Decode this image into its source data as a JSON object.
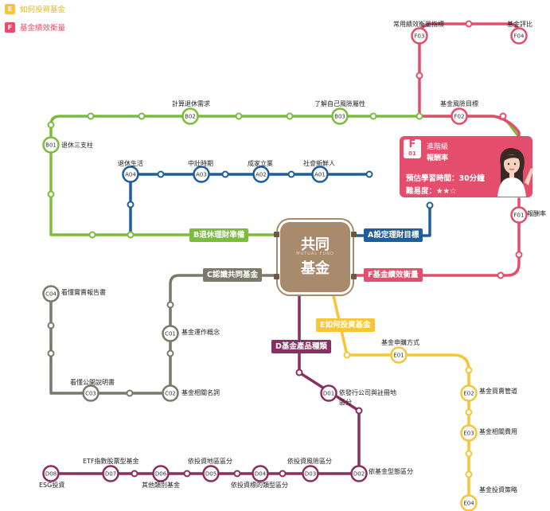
{
  "colors": {
    "A": "#1f5e9c",
    "B": "#7bbd3a",
    "C": "#7b7969",
    "D": "#8a2f62",
    "E": "#f6c636",
    "F": "#e44d6b",
    "hub": "#a88a6c",
    "hub_dark": "#6e5843"
  },
  "legend": [
    {
      "key": "E",
      "label": "如何投資基金",
      "color": "#f6c636"
    },
    {
      "key": "F",
      "label": "基金績效衡量",
      "color": "#e44d6b"
    }
  ],
  "hub": {
    "line1": "共同",
    "sub": "MUTUAL FUND",
    "line2": "基金"
  },
  "line_tags": [
    {
      "id": "B",
      "text": "B退休理財準備",
      "line": "B"
    },
    {
      "id": "A",
      "text": "A設定理財目標",
      "line": "A"
    },
    {
      "id": "C",
      "text": "C認識共同基金",
      "line": "C"
    },
    {
      "id": "F",
      "text": "F基金績效衡量",
      "line": "F"
    },
    {
      "id": "E",
      "text": "E如何投資基金",
      "line": "E"
    },
    {
      "id": "D",
      "text": "D基金產品種類",
      "line": "D"
    }
  ],
  "stations": [
    {
      "code": "A01",
      "label": "社會新鮮人",
      "line": "A"
    },
    {
      "code": "A02",
      "label": "成家立業",
      "line": "A"
    },
    {
      "code": "A03",
      "label": "中壯時期",
      "line": "A"
    },
    {
      "code": "A04",
      "label": "退休生活",
      "line": "A"
    },
    {
      "code": "B01",
      "label": "退休三支柱",
      "line": "B"
    },
    {
      "code": "B02",
      "label": "計算退休需求",
      "line": "B"
    },
    {
      "code": "B03",
      "label": "了解自己風險屬性",
      "line": "B"
    },
    {
      "code": "C01",
      "label": "基金運作概念",
      "line": "C"
    },
    {
      "code": "C02",
      "label": "基金相關名詞",
      "line": "C"
    },
    {
      "code": "C03",
      "label": "看懂公開說明書",
      "line": "C"
    },
    {
      "code": "C04",
      "label": "看懂實賣報告書",
      "line": "C"
    },
    {
      "code": "D01",
      "label": "依發行公司與註冊地區分",
      "line": "D"
    },
    {
      "code": "D02",
      "label": "依基金型態區分",
      "line": "D"
    },
    {
      "code": "D03",
      "label": "依投資風險區分",
      "line": "D"
    },
    {
      "code": "D04",
      "label": "依投資標的類型區分",
      "line": "D"
    },
    {
      "code": "D05",
      "label": "依投資地區區分",
      "line": "D"
    },
    {
      "code": "D06",
      "label": "其他類別基金",
      "line": "D"
    },
    {
      "code": "D07",
      "label": "ETF指數股票型基金",
      "line": "D"
    },
    {
      "code": "D08",
      "label": "ESG投資",
      "line": "D"
    },
    {
      "code": "E01",
      "label": "基金申購方式",
      "line": "E"
    },
    {
      "code": "E02",
      "label": "基金買賣管道",
      "line": "E"
    },
    {
      "code": "E03",
      "label": "基金相關費用",
      "line": "E"
    },
    {
      "code": "E04",
      "label": "基金投資策略",
      "line": "E"
    },
    {
      "code": "F01",
      "label": "報酬率",
      "line": "F"
    },
    {
      "code": "F02",
      "label": "基金風險目標",
      "line": "F"
    },
    {
      "code": "F03",
      "label": "常用績效衡量指標",
      "line": "F"
    },
    {
      "code": "F04",
      "label": "基金評比",
      "line": "F"
    }
  ],
  "card": {
    "letter": "F",
    "number": "01",
    "level": "進階級",
    "topic": "報酬率",
    "time": "預估學習時間：30分鐘",
    "difficulty": "難易度：★★☆"
  }
}
